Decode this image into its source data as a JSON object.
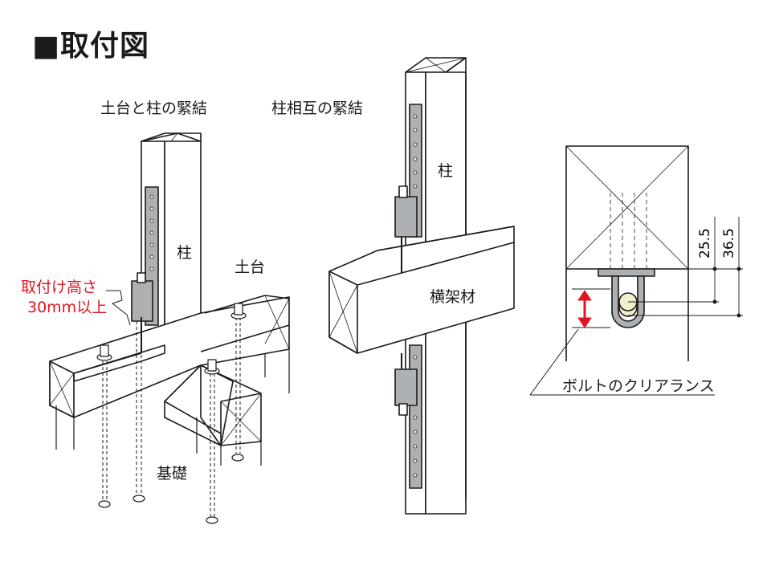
{
  "title": "■取付図",
  "diagram1": {
    "caption": "土台と柱の緊結",
    "post_label": "柱",
    "sill_label": "土台",
    "foundation_label": "基礎",
    "note_line1": "取付け高さ",
    "note_line2": "30mm以上"
  },
  "diagram2": {
    "caption": "柱相互の緊結",
    "post_label": "柱",
    "beam_label": "横架材"
  },
  "diagram3": {
    "dim1": "25.5",
    "dim2": "36.5",
    "callout": "ボルトのクリアランス"
  },
  "colors": {
    "line": "#1a1a1a",
    "metal": "#aeb1b3",
    "metal_dark": "#7d8083",
    "bolt_fill": "#f3eecb",
    "accent_red": "#e0151f"
  }
}
